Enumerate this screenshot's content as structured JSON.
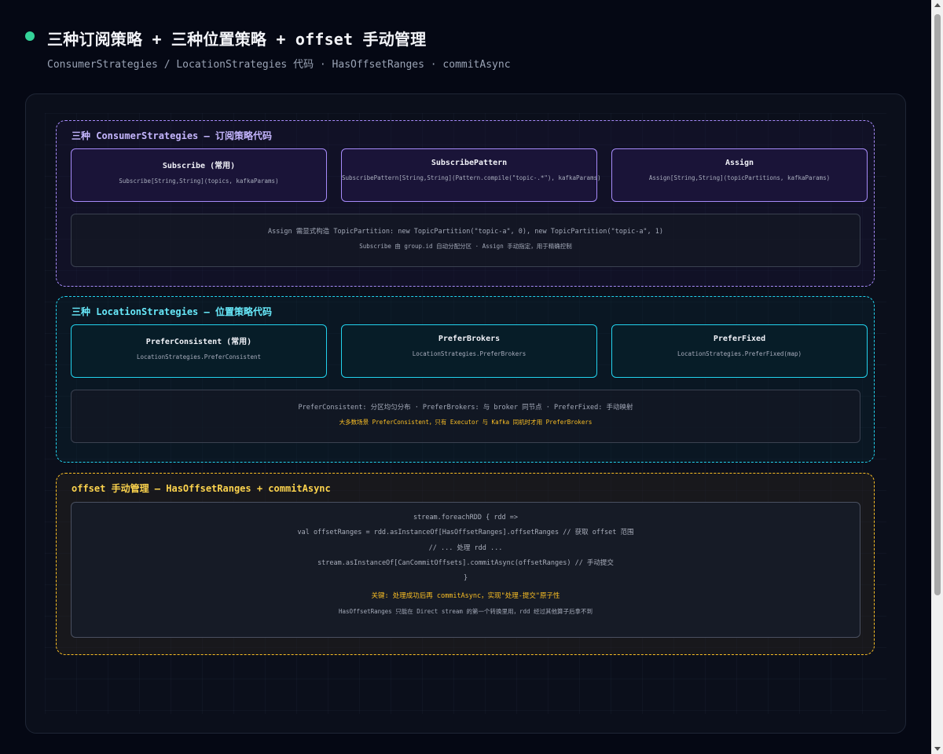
{
  "header": {
    "title": "三种订阅策略 + 三种位置策略 + offset 手动管理",
    "subtitle": "ConsumerStrategies / LocationStrategies 代码 · HasOffsetRanges · commitAsync",
    "dot_color": "#34d399"
  },
  "consumer_section": {
    "title": "三种 ConsumerStrategies — 订阅策略代码",
    "color": "#a78bfa",
    "cards": [
      {
        "title": "Subscribe (常用)",
        "code": "Subscribe[String,String](topics, kafkaParams)"
      },
      {
        "title": "SubscribePattern",
        "code": "SubscribePattern[String,String](Pattern.compile(\"topic-.*\"), kafkaParams)"
      },
      {
        "title": "Assign",
        "code": "Assign[String,String](topicPartitions, kafkaParams)"
      }
    ],
    "note_line1": "Assign 需显式构造 TopicPartition: new TopicPartition(\"topic-a\", 0), new TopicPartition(\"topic-a\", 1)",
    "note_line2": "Subscribe 由 group.id 自动分配分区 · Assign 手动指定，用于精确控制"
  },
  "location_section": {
    "title": "三种 LocationStrategies — 位置策略代码",
    "color": "#22d3ee",
    "cards": [
      {
        "title": "PreferConsistent (常用)",
        "code": "LocationStrategies.PreferConsistent"
      },
      {
        "title": "PreferBrokers",
        "code": "LocationStrategies.PreferBrokers"
      },
      {
        "title": "PreferFixed",
        "code": "LocationStrategies.PreferFixed(map)"
      }
    ],
    "note_line1": "PreferConsistent: 分区均匀分布 · PreferBrokers: 与 broker 同节点 · PreferFixed: 手动映射",
    "note_line2": "大多数场景 PreferConsistent，只有 Executor 与 Kafka 同机时才用 PreferBrokers"
  },
  "offset_section": {
    "title": "offset 手动管理 — HasOffsetRanges + commitAsync",
    "color": "#fbbf24",
    "code_lines": [
      "stream.foreachRDD { rdd =>",
      "val offsetRanges = rdd.asInstanceOf[HasOffsetRanges].offsetRanges // 获取 offset 范围",
      "// ... 处理 rdd ...",
      "stream.asInstanceOf[CanCommitOffsets].commitAsync(offsetRanges) // 手动提交",
      "}"
    ],
    "key_note": "关键: 处理成功后再 commitAsync，实现\"处理-提交\"原子性",
    "foot_note": "HasOffsetRanges 只能在 Direct stream 的第一个转换里用，rdd 经过其他算子后拿不到"
  }
}
